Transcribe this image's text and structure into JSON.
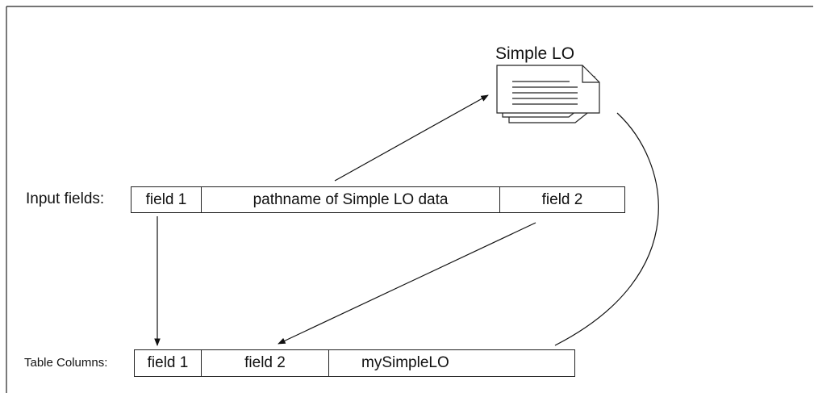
{
  "document": {
    "title": "Simple LO"
  },
  "input_row": {
    "label": "Input fields:",
    "cells": [
      "field 1",
      "pathname of Simple LO data",
      "field 2"
    ]
  },
  "table_row": {
    "label": "Table Columns:",
    "cells": [
      "field 1",
      "field 2",
      "mySimpleLO"
    ]
  }
}
